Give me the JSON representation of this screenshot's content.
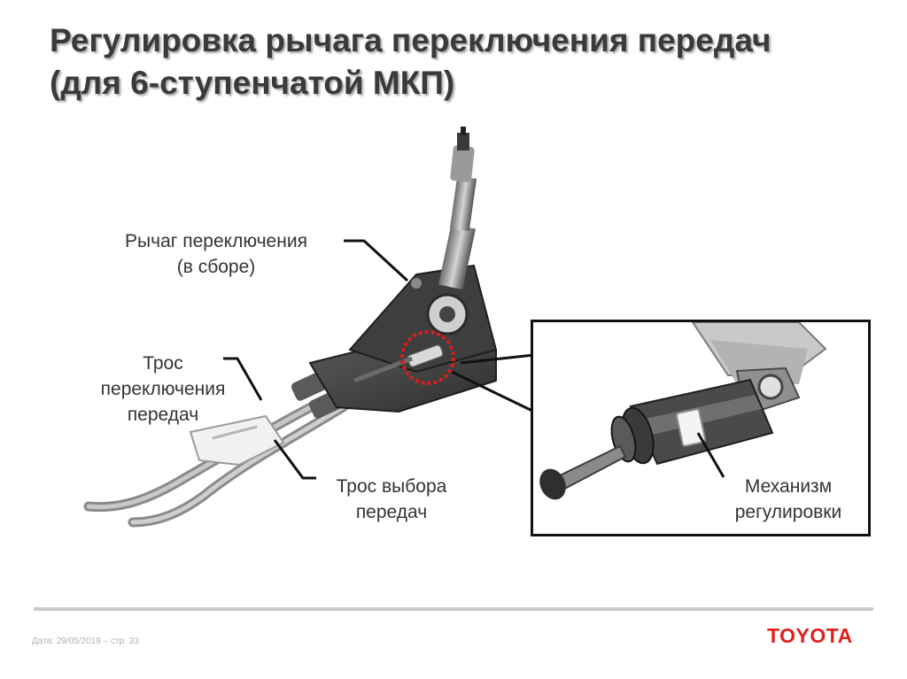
{
  "slide": {
    "title_line1": "Регулировка рычага переключения передач",
    "title_line2": "(для 6-ступенчатой МКП)"
  },
  "labels": {
    "lever_line1": "Рычаг переключения",
    "lever_line2": "(в сборе)",
    "shift_cable_line1": "Трос",
    "shift_cable_line2": "переключения",
    "shift_cable_line3": "передач",
    "select_cable_line1": "Трос выбора",
    "select_cable_line2": "передач",
    "adjuster_line1": "Механизм",
    "adjuster_line2": "регулировки"
  },
  "footer": {
    "date_text": "Дата: 29/05/2019 – стр.  33"
  },
  "logo": {
    "text": "TOYOTA",
    "color": "#e0201c"
  },
  "colors": {
    "highlight_circle": "#d42020",
    "callout_lines": "#111111"
  }
}
